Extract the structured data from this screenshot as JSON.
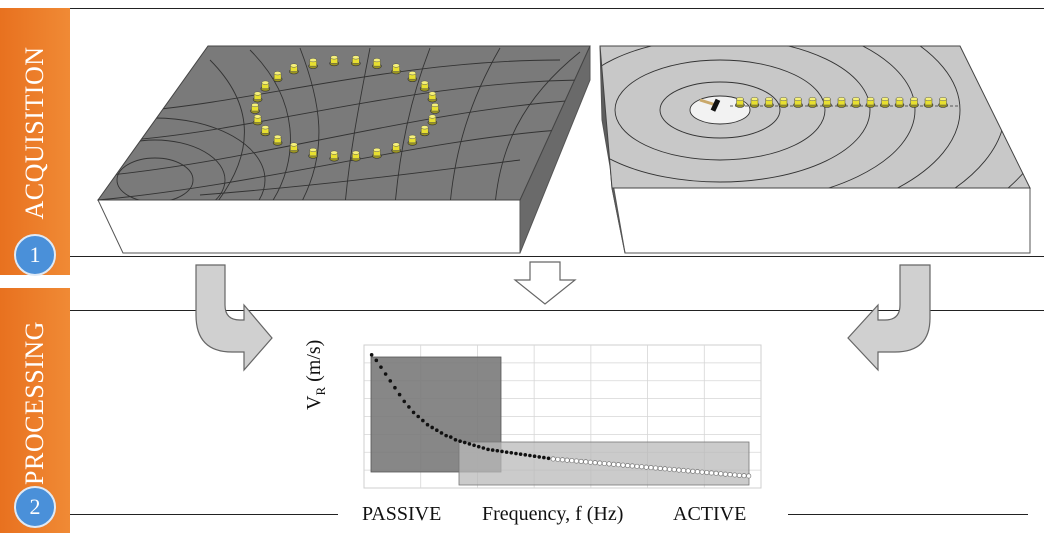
{
  "stages": {
    "acquisition": {
      "label": "ACQUISITION",
      "number": "1"
    },
    "processing": {
      "label": "PROCESSING",
      "number": "2"
    }
  },
  "chart": {
    "y_label_main": "V",
    "y_label_sub": "R",
    "y_label_unit": " (m/s)",
    "x_label": "Frequency, f (Hz)",
    "left_label": "PASSIVE",
    "right_label": "ACTIVE"
  },
  "colors": {
    "tab_orange": "#ec7b2a",
    "step_blue": "#4a90d9",
    "passive_surface": "#7a7a7a",
    "active_surface": "#c8c8c8",
    "geophone_yellow": "#e8e030"
  },
  "chart_data": {
    "type": "scatter",
    "series": [
      {
        "x": [
          1,
          2,
          3,
          4,
          5,
          6,
          7,
          8,
          9,
          10,
          11,
          12,
          13,
          14,
          15,
          16,
          17,
          18,
          19,
          20,
          21,
          22,
          23,
          24,
          25,
          26,
          27,
          28,
          29,
          30,
          31,
          32,
          33,
          34,
          35,
          36,
          37,
          38,
          39,
          40
        ],
        "y": [
          100,
          96,
          91,
          86,
          81,
          76,
          71,
          66,
          62,
          58,
          55,
          52,
          49,
          47,
          45,
          43,
          41,
          40,
          38,
          37,
          36,
          35,
          34,
          33,
          32,
          31,
          30.5,
          30,
          29.5,
          29,
          28.5,
          28,
          27.5,
          27,
          26.5,
          26,
          25.5,
          25,
          24.5,
          24
        ]
      },
      {
        "x": [
          40,
          41,
          42,
          43,
          44,
          45,
          46,
          47,
          48,
          49,
          50,
          51,
          52,
          53,
          54,
          55,
          56,
          57,
          58,
          59,
          60,
          61,
          62,
          63,
          64,
          65,
          66,
          67,
          68,
          69,
          70,
          71,
          72,
          73,
          74,
          75,
          76,
          77,
          78,
          79,
          80,
          81,
          82
        ],
        "y": [
          24,
          23.7,
          23.4,
          23.1,
          22.8,
          22.5,
          22.2,
          21.9,
          21.6,
          21.3,
          21,
          20.7,
          20.4,
          20.1,
          19.8,
          19.5,
          19.2,
          18.9,
          18.6,
          18.3,
          18,
          17.7,
          17.4,
          17.1,
          16.8,
          16.5,
          16.2,
          15.9,
          15.6,
          15.3,
          15,
          14.7,
          14.4,
          14.1,
          13.8,
          13.5,
          13.2,
          12.9,
          12.6,
          12.3,
          12,
          11.8,
          11.6
        ]
      }
    ],
    "grid": true
  }
}
